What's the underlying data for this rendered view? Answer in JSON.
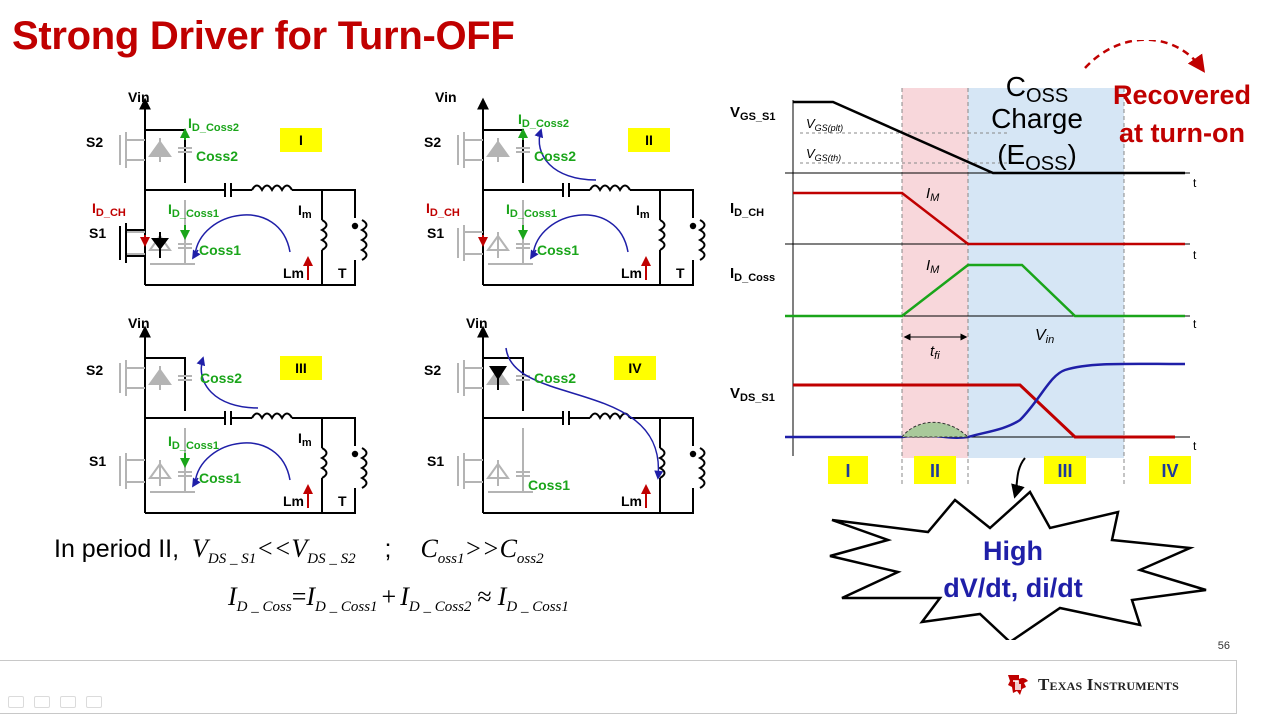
{
  "title": "Strong Driver for Turn-OFF",
  "circuits": [
    {
      "badge": "I",
      "vin": "Vin",
      "s2": "S2",
      "s1": "S1",
      "idch": "I",
      "idch_sub": "D_CH",
      "id_top": "I",
      "id_top_sub": "D_Coss2",
      "coss2": "Coss2",
      "id_bot": "I",
      "id_bot_sub": "D_Coss1",
      "coss1": "Coss1",
      "im": "I",
      "im_sub": "m",
      "lm": "Lm",
      "t": "T"
    },
    {
      "badge": "II",
      "vin": "Vin",
      "s2": "S2",
      "s1": "S1",
      "idch": "I",
      "idch_sub": "D_CH",
      "id_top": "I",
      "id_top_sub": "D_Coss2",
      "coss2": "Coss2",
      "id_bot": "I",
      "id_bot_sub": "D_Coss1",
      "coss1": "Coss1",
      "im": "I",
      "im_sub": "m",
      "lm": "Lm",
      "t": "T"
    },
    {
      "badge": "III",
      "vin": "Vin",
      "s2": "S2",
      "s1": "S1",
      "coss2": "Coss2",
      "id_bot": "I",
      "id_bot_sub": "D_Coss1",
      "coss1": "Coss1",
      "im": "I",
      "im_sub": "m",
      "lm": "Lm",
      "t": "T"
    },
    {
      "badge": "IV",
      "vin": "Vin",
      "s2": "S2",
      "s1": "S1",
      "coss2": "Coss2",
      "coss1": "Coss1",
      "lm": "Lm"
    }
  ],
  "equation1": {
    "prefix": "In period II,",
    "v1": "V",
    "v1_sub": "DS _ S1",
    "op1": "<<",
    "v2": "V",
    "v2_sub": "DS _ S2",
    "sep": ";",
    "c1": "C",
    "c1_sub": "oss1",
    "op2": ">>",
    "c2": "C",
    "c2_sub": "oss2"
  },
  "equation2": {
    "lhs": "I",
    "lhs_sub": "D _ Coss",
    "eq": "=",
    "t1": "I",
    "t1_sub": "D _ Coss1",
    "plus": "+",
    "t2": "I",
    "t2_sub": "D _ Coss2",
    "approx": "≈",
    "t3": "I",
    "t3_sub": "D _ Coss1"
  },
  "waveforms": {
    "labels": {
      "vgs": "V",
      "vgs_sub": "GS_S1",
      "idch": "I",
      "idch_sub": "D_CH",
      "idcoss": "I",
      "idcoss_sub": "D_Coss",
      "vds": "V",
      "vds_sub": "DS_S1"
    },
    "vgs_plt": "V",
    "vgs_plt_sub": "GS(plt)",
    "vgs_th": "V",
    "vgs_th_sub": "GS(th)",
    "im1": "I",
    "im1_sub": "M",
    "im2": "I",
    "im2_sub": "M",
    "tfi": "t",
    "tfi_sub": "fi",
    "vin": "V",
    "vin_sub": "in",
    "t_axis": "t",
    "periods": [
      "I",
      "II",
      "III",
      "IV"
    ]
  },
  "coss_charge": {
    "line1": "C",
    "line1_sub": "OSS",
    "line2": "Charge",
    "line3": "(E",
    "line3_sub": "OSS",
    "line3_end": ")"
  },
  "recovered": {
    "line1": "Recovered",
    "line2": "at turn-on"
  },
  "burst": {
    "line1": "High",
    "line2": "dV/dt, di/dt"
  },
  "page_number": "56",
  "brand": "Texas Instruments",
  "colors": {
    "title": "#c00000",
    "green": "#1aa51a",
    "red": "#c00000",
    "blue": "#1f1fa8",
    "badge": "#ffff00",
    "pink": "#f6c9cf",
    "lightblue": "#cfe2f3",
    "navy": "#1f3b9c"
  },
  "icons": [
    "ti-logo-icon",
    "arrow-icon"
  ]
}
